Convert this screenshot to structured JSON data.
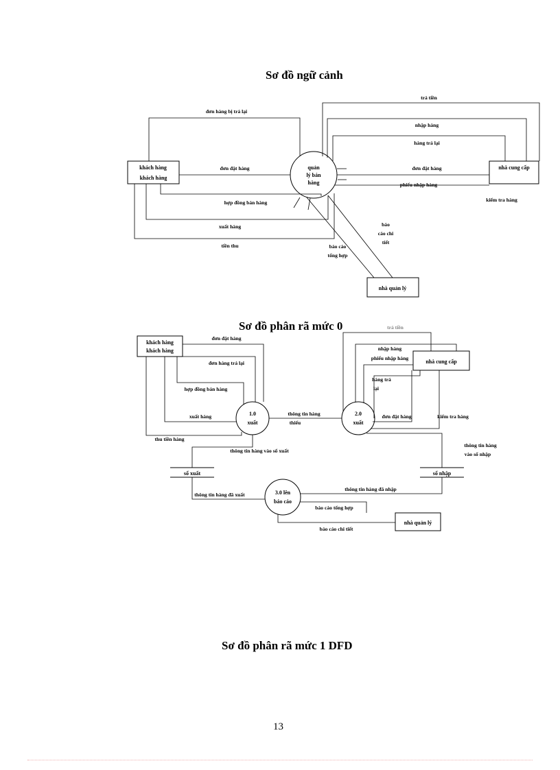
{
  "document": {
    "page_number": "13"
  },
  "diagram1": {
    "title": "Sơ đồ ngữ cảnh",
    "entities": {
      "customer": "khách hàng",
      "supplier": "nhà cung cấp",
      "manager": "nhà quản lý"
    },
    "process": "quản lý bán hàng",
    "process_lines": [
      "quản",
      "lý bán",
      "hàng"
    ],
    "flows": {
      "returned_order": "đơn hàng bị trả lại",
      "order": "đơn đặt hàng",
      "sales_contract": "hợp đồng bán hàng",
      "goods_out": "xuất hàng",
      "money_received": "tiền thu",
      "pay_money": "trả tiền",
      "goods_in": "nhập hàng",
      "goods_returned": "hàng trả lại",
      "order_right": "đơn đặt hàng",
      "receipt_note": "phiếu nhập hàng",
      "check_goods": "kiểm tra hàng",
      "summary_report": [
        "báo cáo",
        "tổng hợp"
      ],
      "detail_report": [
        "báo",
        "cáo chi",
        "tiết"
      ]
    }
  },
  "diagram2": {
    "title": "Sơ đồ phân rã mức 0",
    "entities": {
      "customer": "khách hàng",
      "supplier": "nhà cung cấp",
      "manager": "nhà quản lý"
    },
    "processes": {
      "p1": [
        "1.0",
        "xuất"
      ],
      "p2": [
        "2.0",
        "xuất"
      ],
      "p3": [
        "3.0 lên",
        "báo cáo"
      ]
    },
    "stores": {
      "s1": "sổ xuất",
      "s2": "sổ nhập"
    },
    "flows": {
      "order": "đơn đặt hàng",
      "order_returned": "đơn hàng trả lại",
      "sales_contract": "hợp đồng bán hàng",
      "goods_out": "xuất hàng",
      "collect_money": "thu tiền hàng",
      "missing_info": [
        "thông tin hàng",
        "thiếu"
      ],
      "pay_money": "trả tiền",
      "goods_in": "nhập hàng",
      "receipt_note": "phiếu nhập hàng",
      "goods_returned": [
        "hàng trả",
        "lại"
      ],
      "order_right": "đơn đặt hàng",
      "check_goods": "kiểm tra hàng",
      "to_out_book": "thông tin hàng vào sổ xuất",
      "to_in_book": [
        "thông tin hàng",
        "vào sổ nhập"
      ],
      "exported_info": "thông tin hàng đã xuất",
      "imported_info": "thông tin hàng đã nhập",
      "summary_report": "báo cáo tổng hợp",
      "detail_report": "báo cáo chi tiết"
    }
  },
  "diagram3": {
    "title": "Sơ đồ phân rã mức 1 DFD"
  }
}
